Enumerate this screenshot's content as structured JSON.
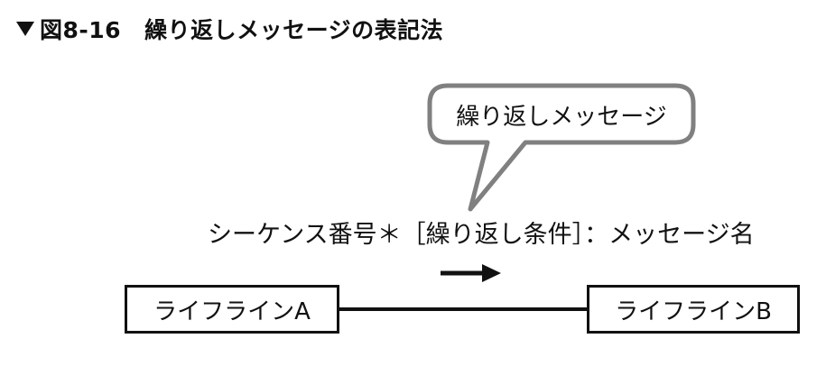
{
  "figure": {
    "number": "図8-16",
    "title": "繰り返しメッセージの表記法"
  },
  "bubble": {
    "label": "繰り返しメッセージ"
  },
  "syntax": {
    "text": "シーケンス番号＊［繰り返し条件］：メッセージ名"
  },
  "lifelines": [
    {
      "label": "ライフラインA"
    },
    {
      "label": "ライフラインB"
    }
  ],
  "colors": {
    "stroke": "#111111",
    "bubble_stroke": "#808080",
    "background": "#ffffff"
  }
}
